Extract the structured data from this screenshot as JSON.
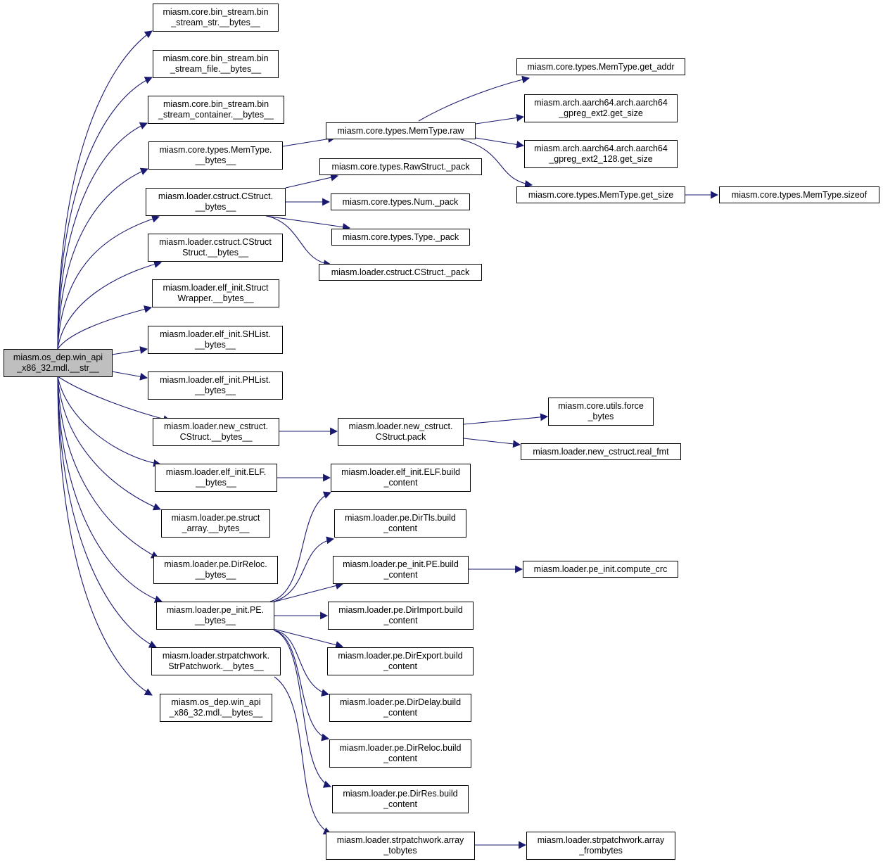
{
  "colors": {
    "edge": "#191970",
    "node_border": "#000000",
    "root_fill": "#bfbfbf",
    "node_fill": "#ffffff"
  },
  "nodes": [
    {
      "id": "root",
      "lines": [
        "miasm.os_dep.win_api",
        "_x86_32.mdl.__str__"
      ],
      "root": true
    },
    {
      "id": "bs_str",
      "lines": [
        "miasm.core.bin_stream.bin",
        "_stream_str.__bytes__"
      ]
    },
    {
      "id": "bs_file",
      "lines": [
        "miasm.core.bin_stream.bin",
        "_stream_file.__bytes__"
      ]
    },
    {
      "id": "bs_cont",
      "lines": [
        "miasm.core.bin_stream.bin",
        "_stream_container.__bytes__"
      ]
    },
    {
      "id": "memtype_bytes",
      "lines": [
        "miasm.core.types.MemType.",
        "__bytes__"
      ]
    },
    {
      "id": "cstruct_bytes",
      "lines": [
        "miasm.loader.cstruct.CStruct.",
        "__bytes__"
      ]
    },
    {
      "id": "cstructstruct_bytes",
      "lines": [
        "miasm.loader.cstruct.CStruct",
        "Struct.__bytes__"
      ]
    },
    {
      "id": "structwrapper_bytes",
      "lines": [
        "miasm.loader.elf_init.Struct",
        "Wrapper.__bytes__"
      ]
    },
    {
      "id": "shlist_bytes",
      "lines": [
        "miasm.loader.elf_init.SHList.",
        "__bytes__"
      ]
    },
    {
      "id": "phlist_bytes",
      "lines": [
        "miasm.loader.elf_init.PHList.",
        "__bytes__"
      ]
    },
    {
      "id": "newcstruct_bytes",
      "lines": [
        "miasm.loader.new_cstruct.",
        "CStruct.__bytes__"
      ]
    },
    {
      "id": "elf_bytes",
      "lines": [
        "miasm.loader.elf_init.ELF.",
        "__bytes__"
      ]
    },
    {
      "id": "structarray_bytes",
      "lines": [
        "miasm.loader.pe.struct",
        "_array.__bytes__"
      ]
    },
    {
      "id": "dirreloc_bytes",
      "lines": [
        "miasm.loader.pe.DirReloc.",
        "__bytes__"
      ]
    },
    {
      "id": "pe_bytes",
      "lines": [
        "miasm.loader.pe_init.PE.",
        "__bytes__"
      ]
    },
    {
      "id": "strpatch_bytes",
      "lines": [
        "miasm.loader.strpatchwork.",
        "StrPatchwork.__bytes__"
      ]
    },
    {
      "id": "mdl_bytes",
      "lines": [
        "miasm.os_dep.win_api",
        "_x86_32.mdl.__bytes__"
      ]
    },
    {
      "id": "memtype_raw",
      "lines": [
        "miasm.core.types.MemType.raw"
      ]
    },
    {
      "id": "rawstruct_pack",
      "lines": [
        "miasm.core.types.RawStruct._pack"
      ]
    },
    {
      "id": "num_pack",
      "lines": [
        "miasm.core.types.Num._pack"
      ]
    },
    {
      "id": "type_pack",
      "lines": [
        "miasm.core.types.Type._pack"
      ]
    },
    {
      "id": "cstruct_pack",
      "lines": [
        "miasm.loader.cstruct.CStruct._pack"
      ]
    },
    {
      "id": "memtype_getaddr",
      "lines": [
        "miasm.core.types.MemType.get_addr"
      ]
    },
    {
      "id": "gpreg_ext2",
      "lines": [
        "miasm.arch.aarch64.arch.aarch64",
        "_gpreg_ext2.get_size"
      ]
    },
    {
      "id": "gpreg_ext2_128",
      "lines": [
        "miasm.arch.aarch64.arch.aarch64",
        "_gpreg_ext2_128.get_size"
      ]
    },
    {
      "id": "memtype_getsize",
      "lines": [
        "miasm.core.types.MemType.get_size"
      ]
    },
    {
      "id": "memtype_sizeof",
      "lines": [
        "miasm.core.types.MemType.sizeof"
      ]
    },
    {
      "id": "newcstruct_pack",
      "lines": [
        "miasm.loader.new_cstruct.",
        "CStruct.pack"
      ]
    },
    {
      "id": "force_bytes",
      "lines": [
        "miasm.core.utils.force",
        "_bytes"
      ]
    },
    {
      "id": "real_fmt",
      "lines": [
        "miasm.loader.new_cstruct.real_fmt"
      ]
    },
    {
      "id": "elf_build",
      "lines": [
        "miasm.loader.elf_init.ELF.build",
        "_content"
      ]
    },
    {
      "id": "dirtls_build",
      "lines": [
        "miasm.loader.pe.DirTls.build",
        "_content"
      ]
    },
    {
      "id": "pe_build",
      "lines": [
        "miasm.loader.pe_init.PE.build",
        "_content"
      ]
    },
    {
      "id": "compute_crc",
      "lines": [
        "miasm.loader.pe_init.compute_crc"
      ]
    },
    {
      "id": "dirimport_build",
      "lines": [
        "miasm.loader.pe.DirImport.build",
        "_content"
      ]
    },
    {
      "id": "direxport_build",
      "lines": [
        "miasm.loader.pe.DirExport.build",
        "_content"
      ]
    },
    {
      "id": "dirdelay_build",
      "lines": [
        "miasm.loader.pe.DirDelay.build",
        "_content"
      ]
    },
    {
      "id": "dirreloc_build",
      "lines": [
        "miasm.loader.pe.DirReloc.build",
        "_content"
      ]
    },
    {
      "id": "dirres_build",
      "lines": [
        "miasm.loader.pe.DirRes.build",
        "_content"
      ]
    },
    {
      "id": "array_tobytes",
      "lines": [
        "miasm.loader.strpatchwork.array",
        "_tobytes"
      ]
    },
    {
      "id": "array_frombytes",
      "lines": [
        "miasm.loader.strpatchwork.array",
        "_frombytes"
      ]
    }
  ]
}
